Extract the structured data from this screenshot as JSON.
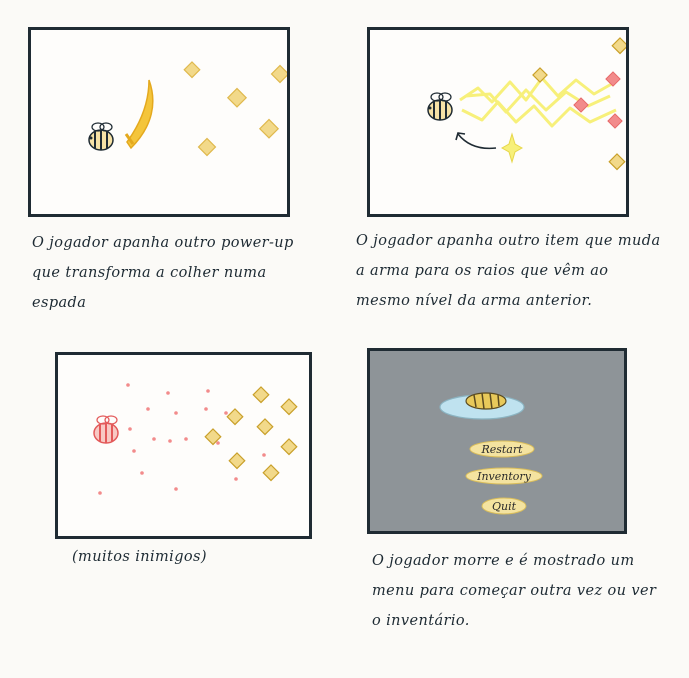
{
  "panels": {
    "p1": {
      "caption": "O jogador apanha outro power-up que transforma a colher numa espada"
    },
    "p2": {
      "caption": "O jogador apanha outro item que muda a arma para os raios que vêm ao mesmo nível da arma anterior."
    },
    "p3": {
      "caption": "(muitos inimigos)"
    },
    "p4": {
      "caption": "O jogador morre e é mostrado um menu para começar outra vez ou ver o inventário.",
      "menu": {
        "restart_label": "Restart",
        "inventory_label": "Inventory",
        "quit_label": "Quit"
      }
    }
  },
  "colors": {
    "panel_border": "#1f2b33",
    "collectible_yellow": "#f2d98a",
    "sword_yellow": "#f4c53b",
    "lightning_yellow": "#f7f07a",
    "enemy_red": "#f28b8b",
    "overlay_gray": "#8e9498",
    "button_yellow": "#f4e3a0"
  }
}
